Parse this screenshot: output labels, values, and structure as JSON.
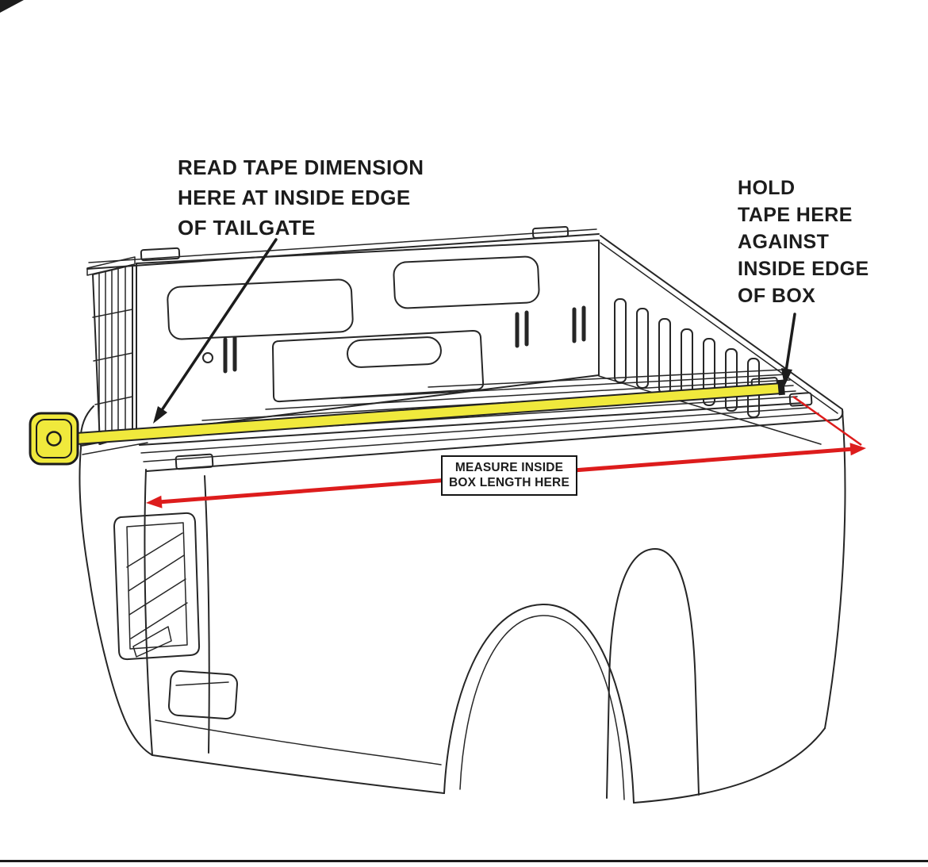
{
  "annotations": {
    "read_tape": {
      "line1": "READ TAPE DIMENSION",
      "line2": "HERE AT INSIDE EDGE",
      "line3": "OF TAILGATE"
    },
    "hold_tape": {
      "line1": "HOLD",
      "line2": "TAPE HERE",
      "line3": "AGAINST",
      "line4": "INSIDE EDGE",
      "line5": "OF BOX"
    },
    "measure_label": {
      "line1": "MEASURE INSIDE",
      "line2": "BOX LENGTH HERE"
    }
  },
  "colors": {
    "background": "#FFFFFF",
    "line": "#262626",
    "text": "#1C1C1C",
    "tape_yellow": "#F0E93C",
    "measure_red": "#DD1C1C"
  }
}
